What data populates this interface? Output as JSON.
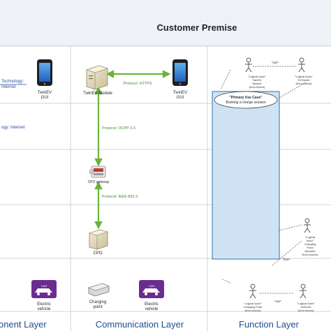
{
  "header": {
    "title": "Customer Premise"
  },
  "footer": {
    "component_layer": "onent Layer",
    "communication_layer": "Communication Layer",
    "function_layer": "Function Layer"
  },
  "component": {
    "technology_label": "Technology:",
    "internet_label": "Internet",
    "ogy_internet_label": "ogy: Internet",
    "twinev_gui_line1": "TwinEV",
    "twinev_gui_line2": "GUI",
    "electric_vehicle_line1": "Electric",
    "electric_vehicle_line2": "vehicle",
    "car_badge": "CAR"
  },
  "communication": {
    "twinev_module": "TwinEV Module",
    "twinev_gui_line1": "TwinEV",
    "twinev_gui_line2": "GUI",
    "protocol_https": "Protocol: HTTPS",
    "protocol_ocpp": "Protocol: OCPP 2.0",
    "cpo_gateway": "CPO gateway",
    "protocol_ieee": "Protocol: IEEE 802.3",
    "cpo": "CPO",
    "charging_point_line1": "Charging",
    "charging_point_line2": "point",
    "electric_vehicle_line1": "Electric",
    "electric_vehicle_line2": "vehicle",
    "car_badge": "CAR"
  },
  "function": {
    "use_case_line1": "\"Primary Use Case\"",
    "use_case_line2": "Booking a charge session",
    "use_label_top": "\"use\"",
    "use_label_bottom": "\"use\"",
    "flow_label": "\"flow\"",
    "actor_twinev": {
      "l1": "\"Logical Actor\"",
      "l2": "TwinEV",
      "l3": "Module",
      "l4": "(from Actors)"
    },
    "actor_evowner": {
      "l1": "\"Logical Actor\"",
      "l2": "EVOwner",
      "l3": "(from Actors)"
    },
    "actor_cpo": {
      "l1": "\"Logical",
      "l2": "Actor\"",
      "l3": "Charging",
      "l4": "Point",
      "l5": "Operator",
      "l6": "(from Actors)"
    },
    "actor_cp": {
      "l1": "\"Logical Actor\"",
      "l2": "Charging Point",
      "l3": "(from Actors)"
    },
    "actor_ev": {
      "l1": "\"Logical Actor\"",
      "l2": "eVehicle",
      "l3": "(from Actors)"
    }
  },
  "colors": {
    "arrow_green": "#6bb33b",
    "use_case_fill": "#cfe3f4",
    "use_case_border": "#2f6fb0",
    "header_bg": "#e9eef5",
    "ev_badge": "#6b2c91",
    "label_blue": "#2b4aa8",
    "label_green": "#3e8e2a"
  }
}
